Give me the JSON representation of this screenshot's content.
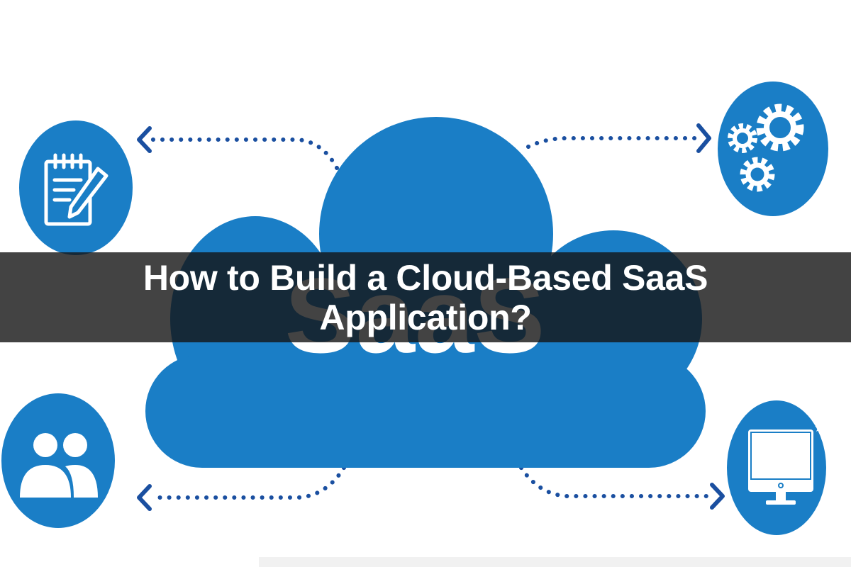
{
  "banner": {
    "title": "How to Build a Cloud-Based SaaS Application?"
  },
  "diagram": {
    "center_label": "SaaS",
    "colors": {
      "cloud": "#1a7ec6",
      "node": "#1a7ec6",
      "connector": "#1a4fa0",
      "icon": "#ffffff",
      "banner": "#141414"
    },
    "nodes": [
      {
        "id": "top-left",
        "icon": "notepad-pencil-icon"
      },
      {
        "id": "top-right",
        "icon": "gears-icon"
      },
      {
        "id": "bottom-left",
        "icon": "users-icon"
      },
      {
        "id": "bottom-right",
        "icon": "desktop-monitor-icon"
      }
    ]
  }
}
